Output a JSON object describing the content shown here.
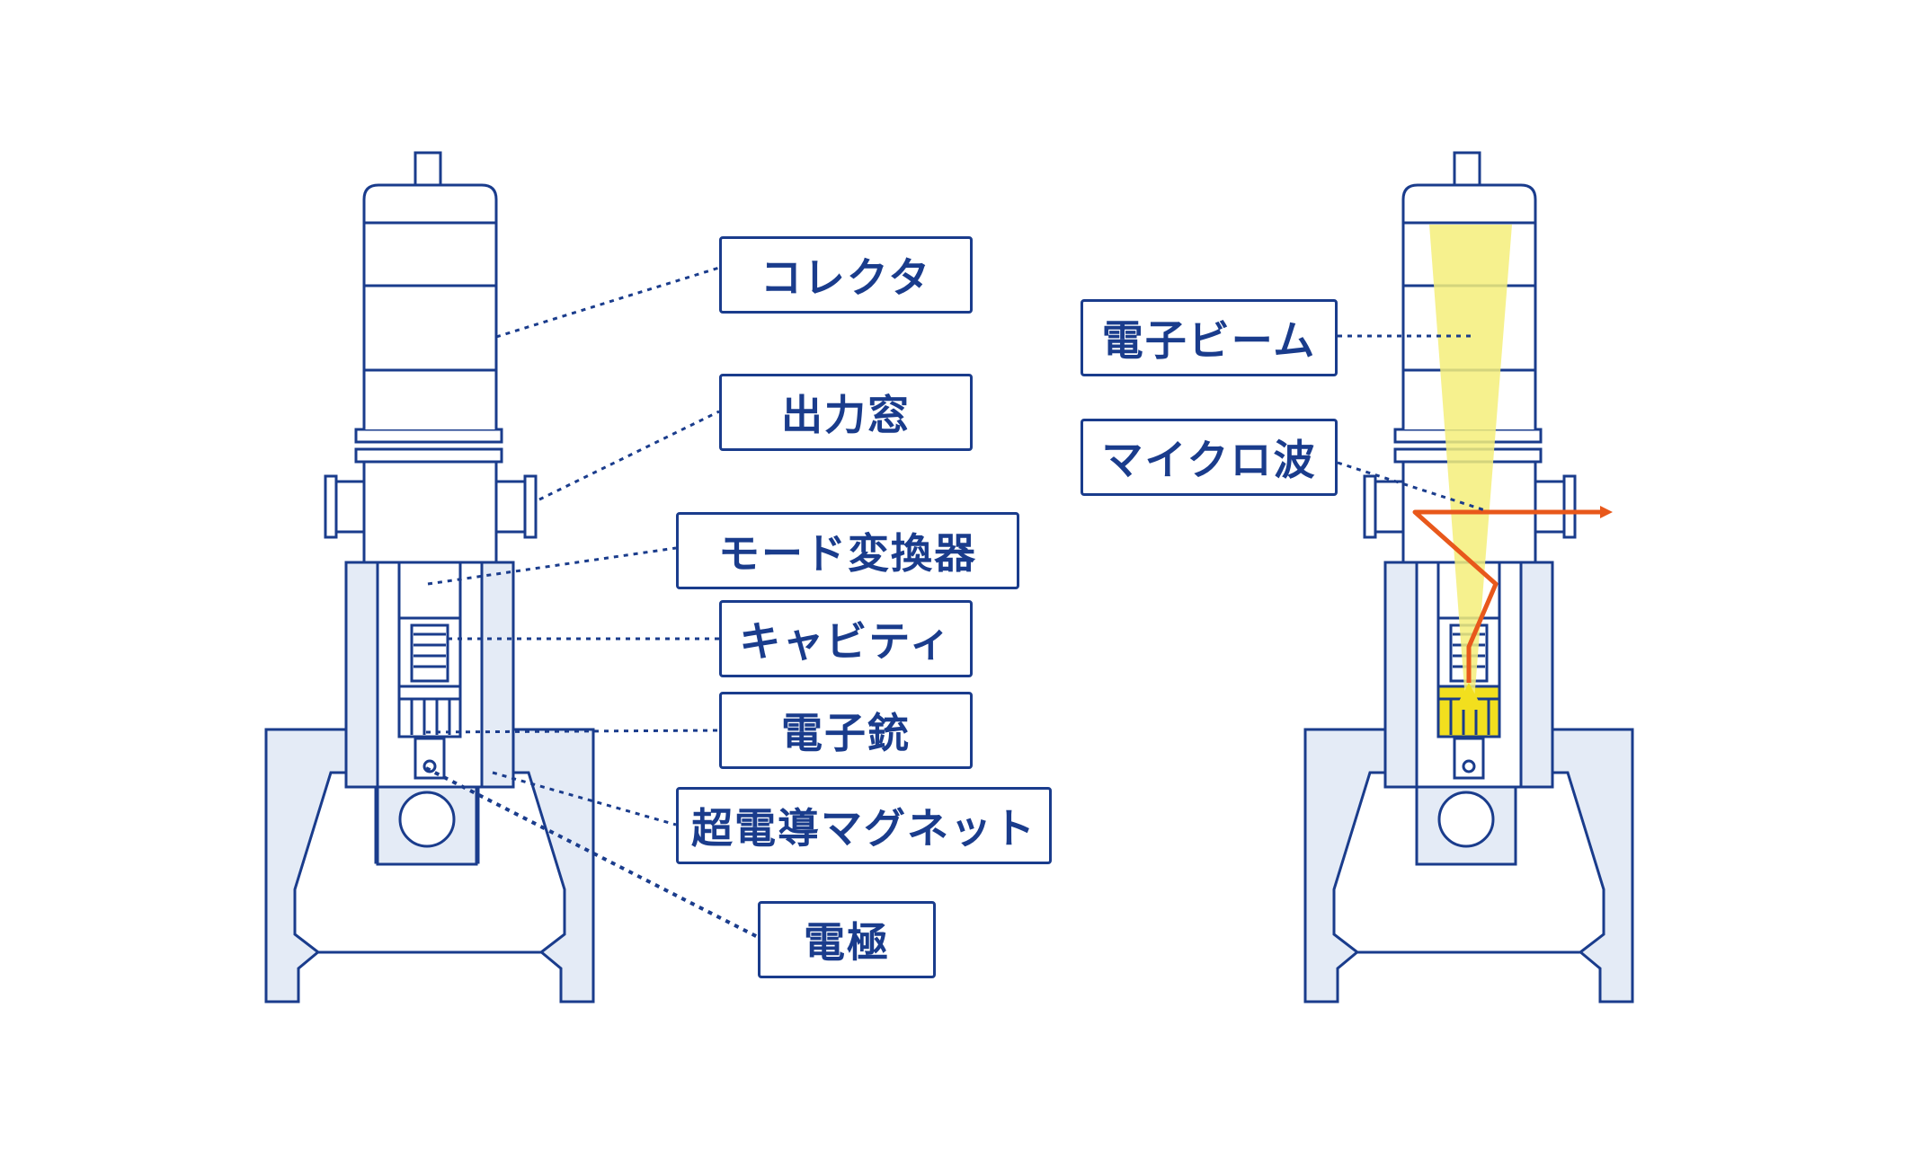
{
  "colors": {
    "outline": "#1a3c8c",
    "magnet_fill": "#e4ebf6",
    "beam": "#f5ef7a",
    "gun_yellow": "#f2df1e",
    "microwave": "#e8581b"
  },
  "left_labels": {
    "collector": "コレクタ",
    "output_window": "出力窓",
    "mode_converter": "モード変換器",
    "cavity": "キャビティ",
    "electron_gun": "電子銃",
    "sc_magnet": "超電導マグネット",
    "electrode": "電極"
  },
  "right_labels": {
    "electron_beam": "電子ビーム",
    "microwave": "マイクロ波"
  }
}
